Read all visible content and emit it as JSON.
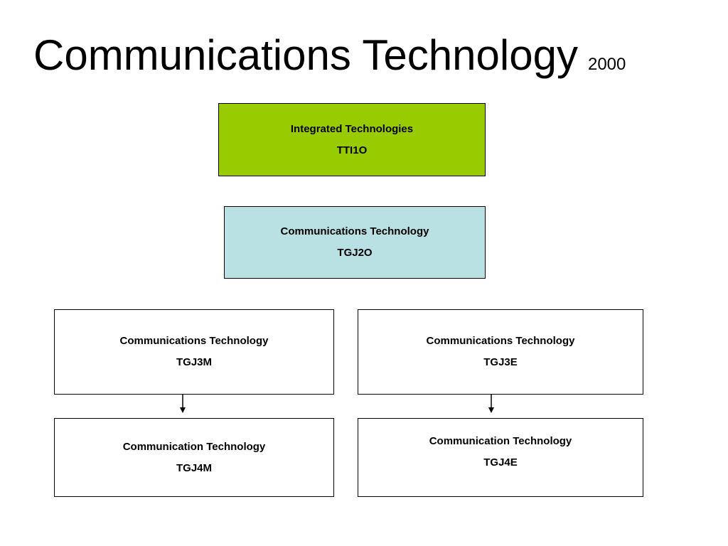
{
  "title": {
    "main": "Communications Technology",
    "year": "2000"
  },
  "boxes": {
    "tti": {
      "name": "Integrated Technologies",
      "code": "TTI1O",
      "fill": "#99cc00"
    },
    "tgj2": {
      "name": "Communications Technology",
      "code": "TGJ2O",
      "fill": "#b9e0e2"
    },
    "tgj3m": {
      "name": "Communications Technology",
      "code": "TGJ3M"
    },
    "tgj3e": {
      "name": "Communications Technology",
      "code": "TGJ3E"
    },
    "tgj4m": {
      "name": "Communication Technology",
      "code": "TGJ4M"
    },
    "tgj4e": {
      "name": "Communication Technology",
      "code": "TGJ4E"
    }
  },
  "connections": [
    {
      "from": "TGJ3M",
      "to": "TGJ4M"
    },
    {
      "from": "TGJ3E",
      "to": "TGJ4E"
    }
  ]
}
